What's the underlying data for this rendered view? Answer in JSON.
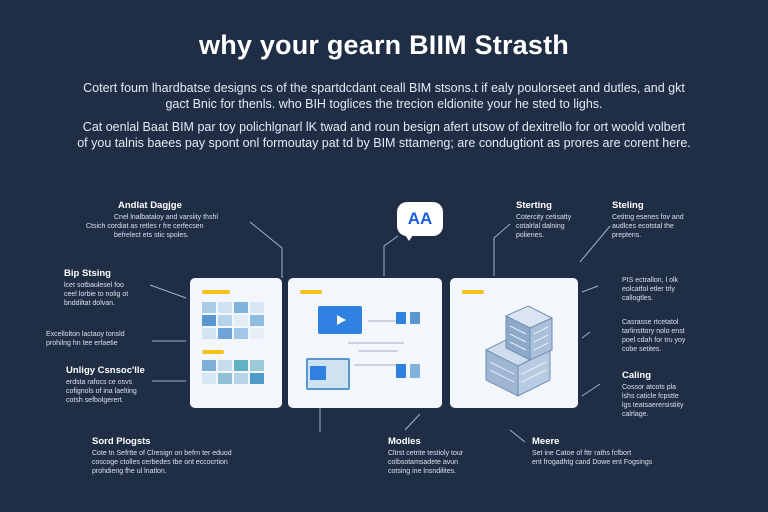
{
  "header": {
    "title": "why your gearn BIIM Strasth",
    "para1_line1": "Cotert foum lhardbatse designs cs of the spartdcdant ceall BIM stsons.t if ealy poulorseet and dutles, and gkt",
    "para1_line2": "gact Bnic for thenls. who BIH toglices the trecion  eldionite your he sted to lighs.",
    "para2_line1": "Cat oenlal Baat BIM par toy polichlgnarl lK twad and roun besign afert utsow of dexitrello for ort woold volbert",
    "para2_line2": "of you talnis baees pay spont onl formoutay pat td by BIM sttameng; are condugtiont as prores are corent here."
  },
  "bubble": {
    "text": "AA"
  },
  "labels": {
    "analyst": {
      "heading": "Andlat Dagjge",
      "lines": [
        "Cnel lnalbataloy and varsiity thshl",
        "Ctsich cordiat as retles r fre cerfecsen",
        "befrelect ets stic spoles."
      ]
    },
    "bip": {
      "heading": "Bip Stsing",
      "lines": [
        "lcet sotbaulesel foo",
        "ceel lorbie to nolig ot",
        "bnddiltat dolvan."
      ]
    },
    "excell": {
      "heading": "",
      "lines": [
        "Excellolton lactaoy tonsld",
        "prohilng hn tee erfaetie"
      ]
    },
    "unity": {
      "heading": "Unligy Csnsoc'lle",
      "lines": [
        "erdsta rafocs ce osvs",
        "cofignols of ina laelting",
        "cotsh sefbolgerert."
      ]
    },
    "sord": {
      "heading": "Sord Plogsts",
      "lines": [
        "Cote tn Sefrtte of Clresign on befrn ter eduod",
        "coscoge ctolles cerbedes tbe ont eccocrtion",
        "prohdieng fhe ul lnatlon."
      ]
    },
    "modles": {
      "heading": "Modles",
      "lines": [
        "Cltrst cetrite testioly tour",
        "colbsotamsadete avun",
        "cotsing ine lnsndilites."
      ]
    },
    "starting": {
      "heading": "Sterting",
      "lines": [
        "Cotercity cetisatty",
        "cotalrlal dalning",
        "polienes."
      ]
    },
    "steling": {
      "heading": "Steling",
      "lines": [
        "Cetitng esenes fov and",
        "audlces ecotstal the",
        "preptens."
      ]
    },
    "pis": {
      "heading": "",
      "lines": [
        "PIS ectrallon, l olk",
        "eolcatfol etler trly",
        "callogtles."
      ]
    },
    "casrasse": {
      "heading": "",
      "lines": [
        "Casrasse rtcetatol",
        "tarlinsttory nolo enst",
        "poel cdah for tru yoy",
        "cobe setites."
      ]
    },
    "caling": {
      "heading": "Caling",
      "lines": [
        "Cossor atcots pla",
        "lshs caticle fcpstte",
        "lgs teatsaerersistiity",
        "calrlage."
      ]
    },
    "meere": {
      "heading": "Meere",
      "lines": [
        "Set ine Catoe of fttr raths fcfbort",
        "ent frogadhtg cand Dowe ent Fogsings"
      ]
    }
  },
  "colors": {
    "background": "#1f2e44",
    "panel": "#f3f6fa",
    "accent_yellow": "#f2c21b",
    "accent_blue": "#2f80e0",
    "connector": "#9fb2c8"
  },
  "icons": {
    "play": "play-icon",
    "building": "building-icon"
  }
}
